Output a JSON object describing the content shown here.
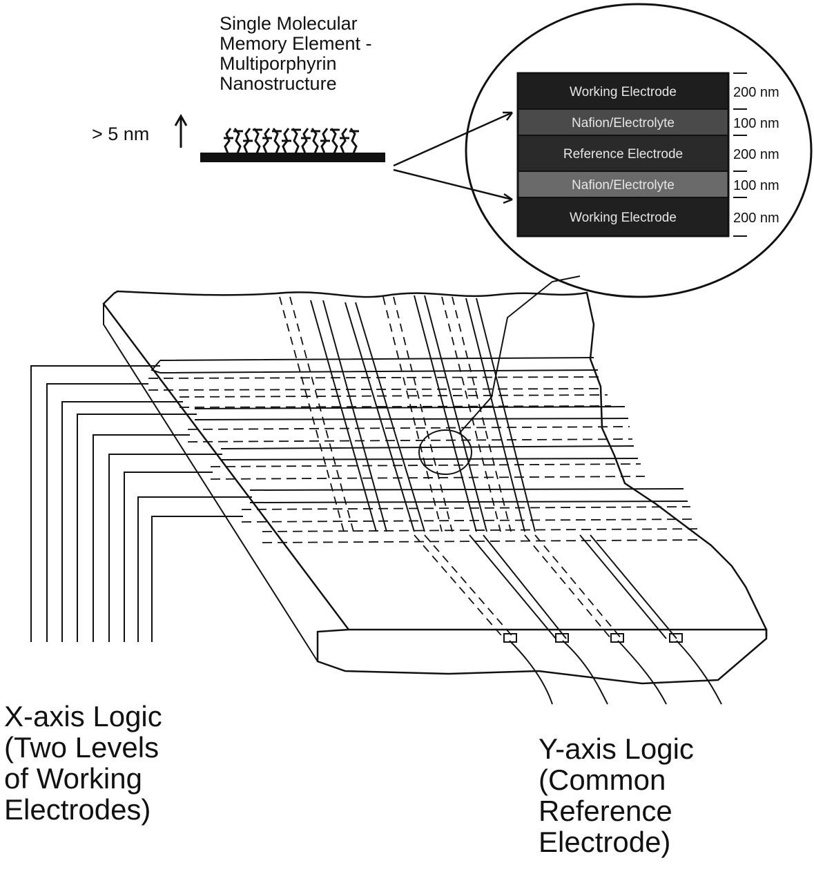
{
  "molecule": {
    "title": "Single Molecular\nMemory Element -\nMultiporphyrin\nNanostructure",
    "height_label": "> 5 nm"
  },
  "stack": {
    "layers": [
      {
        "name": "Working Electrode",
        "thickness": "200 nm",
        "color": "#1e1e1e"
      },
      {
        "name": "Nafion/Electrolyte",
        "thickness": "100 nm",
        "color": "#4a4a4a"
      },
      {
        "name": "Reference Electrode",
        "thickness": "200 nm",
        "color": "#2a2a2a"
      },
      {
        "name": "Nafion/Electrolyte",
        "thickness": "100 nm",
        "color": "#6a6a6a"
      },
      {
        "name": "Working Electrode",
        "thickness": "200 nm",
        "color": "#202020"
      }
    ]
  },
  "x_axis_logic": "X-axis Logic\n(Two Levels\nof Working\nElectrodes)",
  "y_axis_logic": "Y-axis Logic\n(Common\nReference\nElectrode)"
}
